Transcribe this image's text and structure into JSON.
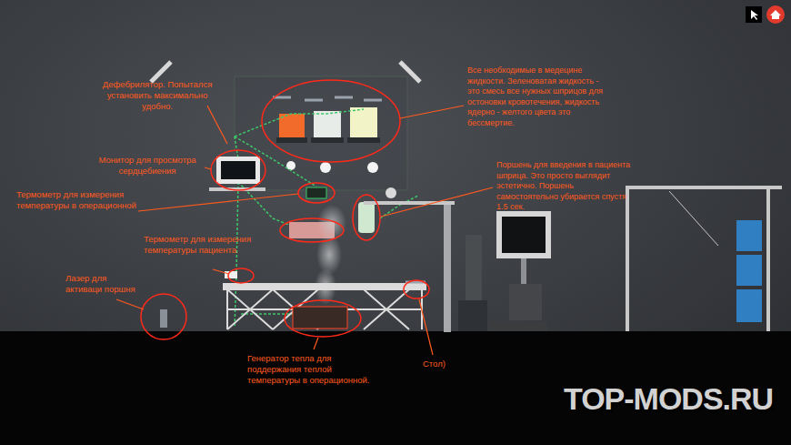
{
  "diagram": {
    "labels": [
      "Дефебрилятор. Попытался установить максимально удобно.",
      "Монитор для просмотра сердцебиения",
      "Термометр для измерения температуры в операционной",
      "Термометр для измерения температуры пациента",
      "Лазер для активаци поршня",
      "Все необходимые в медецине жидкости. Зеленоватая жидкость - это смесь все нужных шприцов для остоновки кровотечения, жидкость ядерно - желтого цвета это бессмертие.",
      "Поршень для введения в пациента шприца. Это просто выглядит эстетично. Поршень самостоятельно убирается спустя 1.5 сек.",
      "Генератор тепла для поддержания теплой температуры в операционной.",
      "Стол)",
      "TOP-MODS.RU"
    ]
  }
}
